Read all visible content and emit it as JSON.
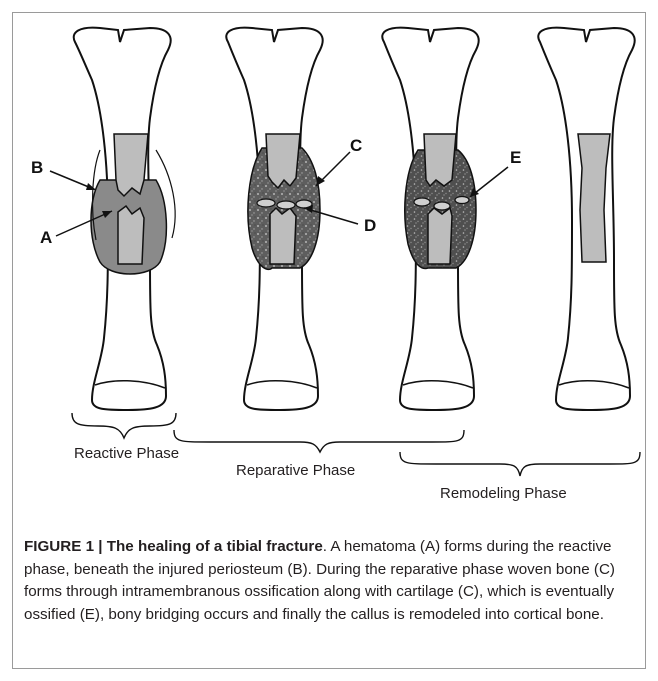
{
  "labels": {
    "A": "A",
    "B": "B",
    "C": "C",
    "D": "D",
    "E": "E"
  },
  "phases": {
    "reactive": "Reactive Phase",
    "reparative": "Reparative Phase",
    "remodeling": "Remodeling Phase"
  },
  "caption": {
    "figure_number": "FIGURE 1",
    "separator": " | ",
    "title": "The healing of a tibial fracture",
    "body": ". A hematoma (A) forms during the reactive phase, beneath the injured periosteum (B). During the reparative phase woven bone (C) forms through intramembranous ossification along with cartilage (C), which is eventually ossified (E), bony bridging occurs and finally the callus is remodeled into cortical bone."
  },
  "colors": {
    "bone_fill": "#ffffff",
    "outline": "#111111",
    "marrow": "#bdbdbd",
    "hematoma": "#8a8a8a",
    "callus": "#6f6f6f",
    "frame": "#9a9a9a"
  }
}
